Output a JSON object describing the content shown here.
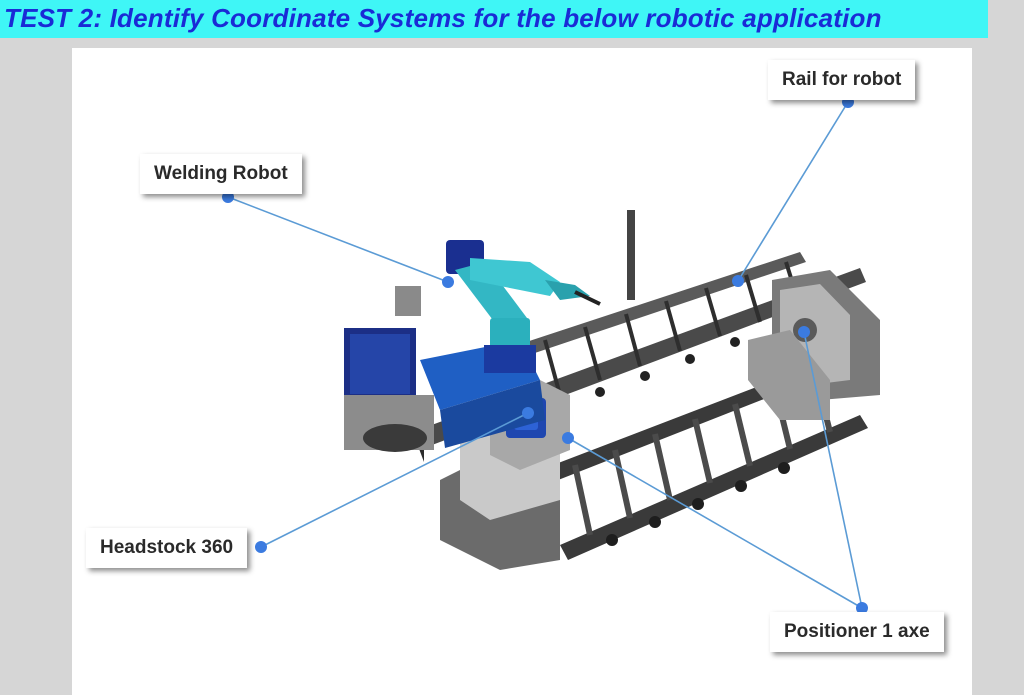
{
  "title": "TEST 2: Identify Coordinate Systems for the below robotic application",
  "colors": {
    "title_background": "#3ff6f6",
    "title_text": "#1a2bd6",
    "callout_line": "#5b9bd5",
    "callout_dot": "#3b7be0",
    "robot_arm": "#33b7c4",
    "robot_base": "#1f4fa8",
    "rail_frame": "#3a3a3a"
  },
  "labels": {
    "rail": "Rail for robot",
    "welding_robot": "Welding Robot",
    "headstock": "Headstock 360",
    "positioner": "Positioner 1 axe"
  }
}
